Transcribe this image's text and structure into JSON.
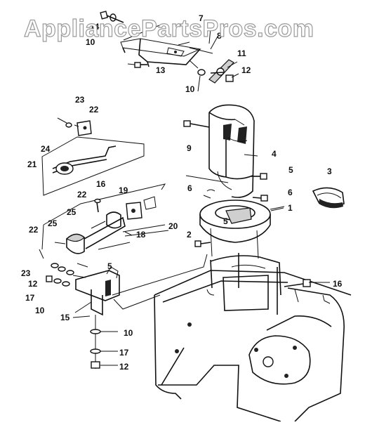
{
  "watermark": "AppliancePartsPros.com",
  "part_labels": [
    {
      "id": "14",
      "text": "14"
    },
    {
      "id": "10a",
      "text": "10"
    },
    {
      "id": "7",
      "text": "7"
    },
    {
      "id": "8",
      "text": "8"
    },
    {
      "id": "11",
      "text": "11"
    },
    {
      "id": "12a",
      "text": "12"
    },
    {
      "id": "13",
      "text": "13"
    },
    {
      "id": "10b",
      "text": "10"
    },
    {
      "id": "23a",
      "text": "23"
    },
    {
      "id": "22a",
      "text": "22"
    },
    {
      "id": "24",
      "text": "24"
    },
    {
      "id": "21",
      "text": "21"
    },
    {
      "id": "9",
      "text": "9"
    },
    {
      "id": "4",
      "text": "4"
    },
    {
      "id": "5a",
      "text": "5"
    },
    {
      "id": "3",
      "text": "3"
    },
    {
      "id": "16a",
      "text": "16"
    },
    {
      "id": "22b",
      "text": "22"
    },
    {
      "id": "19",
      "text": "19"
    },
    {
      "id": "6a",
      "text": "6"
    },
    {
      "id": "6b",
      "text": "6"
    },
    {
      "id": "1",
      "text": "1"
    },
    {
      "id": "25a",
      "text": "25"
    },
    {
      "id": "25b",
      "text": "25"
    },
    {
      "id": "22c",
      "text": "22"
    },
    {
      "id": "18",
      "text": "18"
    },
    {
      "id": "20",
      "text": "20"
    },
    {
      "id": "5b",
      "text": "5"
    },
    {
      "id": "2",
      "text": "2"
    },
    {
      "id": "23b",
      "text": "23"
    },
    {
      "id": "12b",
      "text": "12"
    },
    {
      "id": "17a",
      "text": "17"
    },
    {
      "id": "10c",
      "text": "10"
    },
    {
      "id": "5c",
      "text": "5"
    },
    {
      "id": "16b",
      "text": "16"
    },
    {
      "id": "15",
      "text": "15"
    },
    {
      "id": "10d",
      "text": "10"
    },
    {
      "id": "17b",
      "text": "17"
    },
    {
      "id": "12c",
      "text": "12"
    }
  ]
}
